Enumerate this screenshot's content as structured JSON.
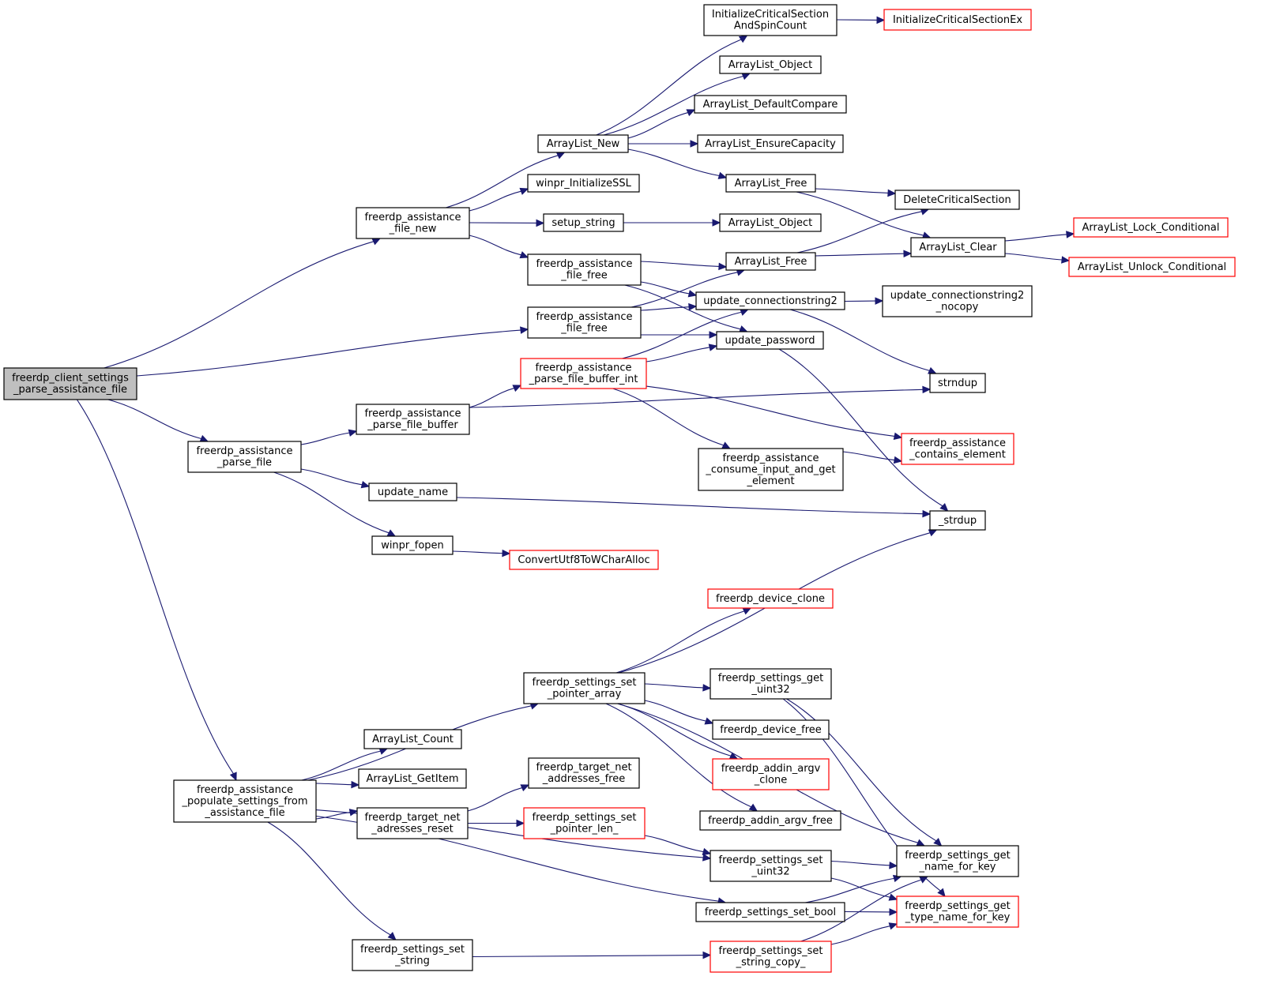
{
  "graph": {
    "root": "client_parse",
    "colors": {
      "edge": "#191970",
      "root_fill": "#bfbfbf",
      "truncated_border": "#ff0000",
      "normal_border": "#000000"
    },
    "nodes": [
      {
        "id": "client_parse",
        "lines": [
          "freerdp_client_settings",
          "_parse_assistance_file"
        ],
        "style": "root"
      },
      {
        "id": "file_new",
        "lines": [
          "freerdp_assistance",
          "_file_new"
        ]
      },
      {
        "id": "file_free_main",
        "lines": [
          "freerdp_assistance",
          "_file_free"
        ]
      },
      {
        "id": "parse_file",
        "lines": [
          "freerdp_assistance",
          "_parse_file"
        ]
      },
      {
        "id": "populate",
        "lines": [
          "freerdp_assistance",
          "_populate_settings_from",
          "_assistance_file"
        ]
      },
      {
        "id": "arraylist_new",
        "lines": [
          "ArrayList_New"
        ]
      },
      {
        "id": "winpr_ssl",
        "lines": [
          "winpr_InitializeSSL"
        ]
      },
      {
        "id": "setup_string",
        "lines": [
          "setup_string"
        ]
      },
      {
        "id": "file_free_sub",
        "lines": [
          "freerdp_assistance",
          "_file_free"
        ]
      },
      {
        "id": "init_cs_spin",
        "lines": [
          "InitializeCriticalSection",
          "AndSpinCount"
        ]
      },
      {
        "id": "init_cs_ex",
        "lines": [
          "InitializeCriticalSectionEx"
        ],
        "style": "truncated"
      },
      {
        "id": "al_object1",
        "lines": [
          "ArrayList_Object"
        ]
      },
      {
        "id": "al_defcmp",
        "lines": [
          "ArrayList_DefaultCompare"
        ]
      },
      {
        "id": "al_ensure",
        "lines": [
          "ArrayList_EnsureCapacity"
        ]
      },
      {
        "id": "al_free1",
        "lines": [
          "ArrayList_Free"
        ]
      },
      {
        "id": "del_cs",
        "lines": [
          "DeleteCriticalSection"
        ]
      },
      {
        "id": "al_object2",
        "lines": [
          "ArrayList_Object"
        ]
      },
      {
        "id": "al_clear",
        "lines": [
          "ArrayList_Clear"
        ]
      },
      {
        "id": "al_lock",
        "lines": [
          "ArrayList_Lock_Conditional"
        ],
        "style": "truncated"
      },
      {
        "id": "al_unlock",
        "lines": [
          "ArrayList_Unlock_Conditional"
        ],
        "style": "truncated"
      },
      {
        "id": "al_free2",
        "lines": [
          "ArrayList_Free"
        ]
      },
      {
        "id": "upd_conn2",
        "lines": [
          "update_connectionstring2"
        ]
      },
      {
        "id": "upd_conn2_nc",
        "lines": [
          "update_connectionstring2",
          "_nocopy"
        ]
      },
      {
        "id": "upd_pass",
        "lines": [
          "update_password"
        ]
      },
      {
        "id": "parse_buf_int",
        "lines": [
          "freerdp_assistance",
          "_parse_file_buffer_int"
        ],
        "style": "truncated"
      },
      {
        "id": "strndup",
        "lines": [
          "strndup"
        ]
      },
      {
        "id": "parse_buf",
        "lines": [
          "freerdp_assistance",
          "_parse_file_buffer"
        ]
      },
      {
        "id": "contains",
        "lines": [
          "freerdp_assistance",
          "_contains_element"
        ],
        "style": "truncated"
      },
      {
        "id": "consume",
        "lines": [
          "freerdp_assistance",
          "_consume_input_and_get",
          "_element"
        ]
      },
      {
        "id": "update_name",
        "lines": [
          "update_name"
        ]
      },
      {
        "id": "strdup",
        "lines": [
          "_strdup"
        ]
      },
      {
        "id": "winpr_fopen",
        "lines": [
          "winpr_fopen"
        ]
      },
      {
        "id": "convert_utf8",
        "lines": [
          "ConvertUtf8ToWCharAlloc"
        ],
        "style": "truncated"
      },
      {
        "id": "dev_clone",
        "lines": [
          "freerdp_device_clone"
        ],
        "style": "truncated"
      },
      {
        "id": "set_ptr_array",
        "lines": [
          "freerdp_settings_set",
          "_pointer_array"
        ]
      },
      {
        "id": "get_uint32",
        "lines": [
          "freerdp_settings_get",
          "_uint32"
        ]
      },
      {
        "id": "dev_free",
        "lines": [
          "freerdp_device_free"
        ]
      },
      {
        "id": "addin_clone",
        "lines": [
          "freerdp_addin_argv",
          "_clone"
        ],
        "style": "truncated"
      },
      {
        "id": "addin_free",
        "lines": [
          "freerdp_addin_argv_free"
        ]
      },
      {
        "id": "al_count",
        "lines": [
          "ArrayList_Count"
        ]
      },
      {
        "id": "al_getitem",
        "lines": [
          "ArrayList_GetItem"
        ]
      },
      {
        "id": "tn_addr_free",
        "lines": [
          "freerdp_target_net",
          "_addresses_free"
        ]
      },
      {
        "id": "tn_reset",
        "lines": [
          "freerdp_target_net",
          "_adresses_reset"
        ]
      },
      {
        "id": "set_ptr_len",
        "lines": [
          "freerdp_settings_set",
          "_pointer_len_"
        ],
        "style": "truncated"
      },
      {
        "id": "set_uint32",
        "lines": [
          "freerdp_settings_set",
          "_uint32"
        ]
      },
      {
        "id": "name_for_key",
        "lines": [
          "freerdp_settings_get",
          "_name_for_key"
        ]
      },
      {
        "id": "type_name",
        "lines": [
          "freerdp_settings_get",
          "_type_name_for_key"
        ],
        "style": "truncated"
      },
      {
        "id": "set_bool",
        "lines": [
          "freerdp_settings_set_bool"
        ]
      },
      {
        "id": "set_string",
        "lines": [
          "freerdp_settings_set",
          "_string"
        ]
      },
      {
        "id": "set_str_copy",
        "lines": [
          "freerdp_settings_set",
          "_string_copy_"
        ],
        "style": "truncated"
      }
    ],
    "edges": [
      [
        "client_parse",
        "file_new"
      ],
      [
        "client_parse",
        "file_free_main"
      ],
      [
        "client_parse",
        "parse_file"
      ],
      [
        "client_parse",
        "populate"
      ],
      [
        "file_new",
        "arraylist_new"
      ],
      [
        "file_new",
        "winpr_ssl"
      ],
      [
        "file_new",
        "setup_string"
      ],
      [
        "file_new",
        "file_free_sub"
      ],
      [
        "arraylist_new",
        "init_cs_spin"
      ],
      [
        "arraylist_new",
        "al_object1"
      ],
      [
        "arraylist_new",
        "al_defcmp"
      ],
      [
        "arraylist_new",
        "al_ensure"
      ],
      [
        "arraylist_new",
        "al_free1"
      ],
      [
        "init_cs_spin",
        "init_cs_ex"
      ],
      [
        "al_free1",
        "del_cs"
      ],
      [
        "al_free1",
        "al_clear"
      ],
      [
        "al_clear",
        "al_lock"
      ],
      [
        "al_clear",
        "al_unlock"
      ],
      [
        "setup_string",
        "al_object2"
      ],
      [
        "file_free_sub",
        "al_free2"
      ],
      [
        "file_free_sub",
        "upd_conn2"
      ],
      [
        "file_free_sub",
        "upd_pass"
      ],
      [
        "file_free_main",
        "al_free2"
      ],
      [
        "file_free_main",
        "upd_conn2"
      ],
      [
        "file_free_main",
        "upd_pass"
      ],
      [
        "al_free2",
        "del_cs"
      ],
      [
        "al_free2",
        "al_clear"
      ],
      [
        "upd_conn2",
        "upd_conn2_nc"
      ],
      [
        "upd_conn2",
        "strndup"
      ],
      [
        "upd_pass",
        "strdup"
      ],
      [
        "parse_file",
        "parse_buf"
      ],
      [
        "parse_file",
        "update_name"
      ],
      [
        "parse_file",
        "winpr_fopen"
      ],
      [
        "parse_buf",
        "parse_buf_int"
      ],
      [
        "parse_buf",
        "strndup"
      ],
      [
        "parse_buf_int",
        "upd_conn2"
      ],
      [
        "parse_buf_int",
        "upd_pass"
      ],
      [
        "parse_buf_int",
        "contains"
      ],
      [
        "parse_buf_int",
        "consume"
      ],
      [
        "consume",
        "contains"
      ],
      [
        "update_name",
        "strdup"
      ],
      [
        "winpr_fopen",
        "convert_utf8"
      ],
      [
        "populate",
        "set_ptr_array"
      ],
      [
        "populate",
        "al_count"
      ],
      [
        "populate",
        "al_getitem"
      ],
      [
        "populate",
        "tn_reset"
      ],
      [
        "populate",
        "set_uint32"
      ],
      [
        "populate",
        "set_bool"
      ],
      [
        "populate",
        "set_string"
      ],
      [
        "set_ptr_array",
        "strdup"
      ],
      [
        "set_ptr_array",
        "dev_clone"
      ],
      [
        "set_ptr_array",
        "name_for_key"
      ],
      [
        "set_ptr_array",
        "get_uint32"
      ],
      [
        "set_ptr_array",
        "dev_free"
      ],
      [
        "set_ptr_array",
        "addin_clone"
      ],
      [
        "set_ptr_array",
        "addin_free"
      ],
      [
        "get_uint32",
        "name_for_key"
      ],
      [
        "get_uint32",
        "type_name"
      ],
      [
        "tn_reset",
        "tn_addr_free"
      ],
      [
        "tn_reset",
        "set_ptr_len"
      ],
      [
        "set_ptr_len",
        "set_uint32"
      ],
      [
        "set_uint32",
        "name_for_key"
      ],
      [
        "set_uint32",
        "type_name"
      ],
      [
        "set_bool",
        "name_for_key"
      ],
      [
        "set_bool",
        "type_name"
      ],
      [
        "set_string",
        "set_str_copy"
      ],
      [
        "set_str_copy",
        "name_for_key"
      ],
      [
        "set_str_copy",
        "type_name"
      ]
    ]
  }
}
